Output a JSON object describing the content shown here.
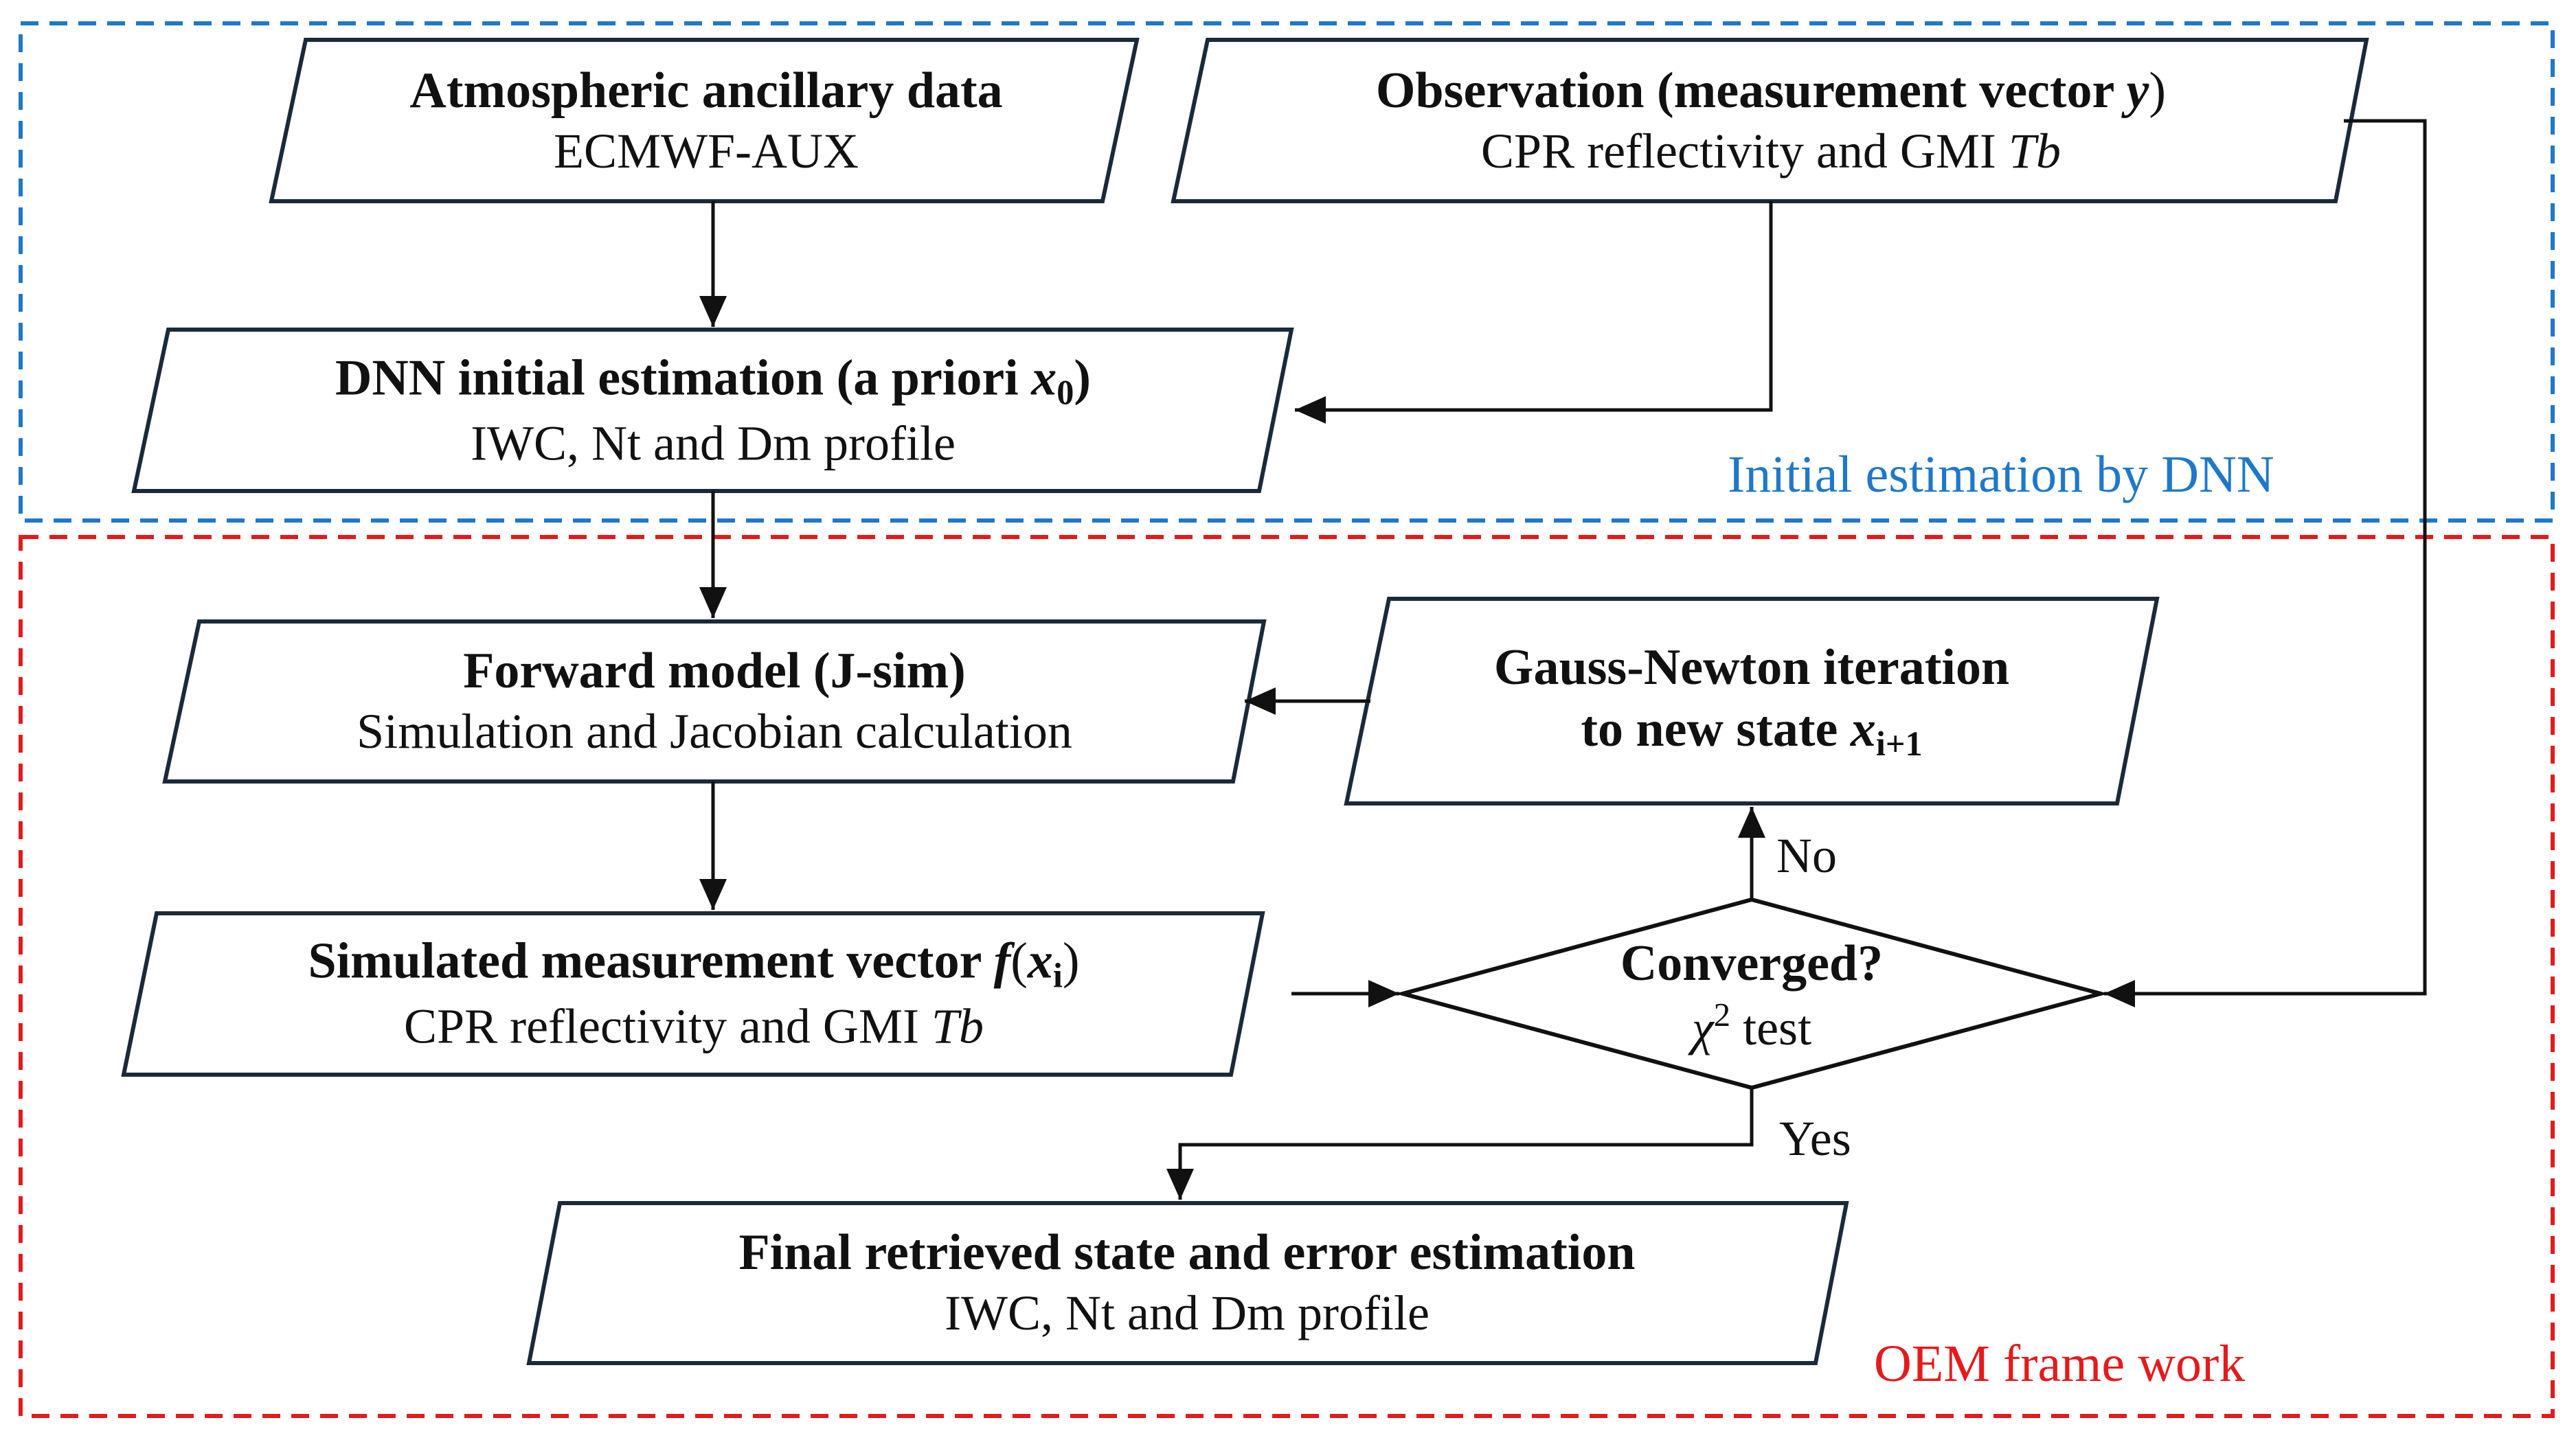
{
  "regions": {
    "dnn_label": "Initial estimation by DNN",
    "oem_label": "OEM frame work",
    "dnn_color": "#1f78c8",
    "oem_color": "#e41a1c"
  },
  "nodes": {
    "ancillary": {
      "title": "Atmospheric ancillary data",
      "subtitle": "ECMWF-AUX"
    },
    "observation": {
      "title_a": "Observation (measurement vector ",
      "title_var": "y",
      "title_b": ")",
      "subtitle_a": "CPR reflectivity and GMI ",
      "subtitle_var": "Tb"
    },
    "dnn": {
      "title_a": "DNN initial estimation (a priori ",
      "title_var": "x",
      "title_sub": "0",
      "title_b": ")",
      "subtitle": "IWC, Nt and Dm profile"
    },
    "forward": {
      "title": "Forward model (J-sim)",
      "subtitle": "Simulation and Jacobian calculation"
    },
    "gauss": {
      "line1": "Gauss-Newton iteration",
      "line2_a": "to new state ",
      "line2_var": "x",
      "line2_sub": "i+1"
    },
    "simulated": {
      "title_a": "Simulated measurement vector ",
      "title_f": "f",
      "title_open": "(",
      "title_var": "x",
      "title_sub": "i",
      "title_close": ")",
      "subtitle_a": "CPR reflectivity and GMI ",
      "subtitle_var": "Tb"
    },
    "converged": {
      "title": "Converged?",
      "sub_var": "χ",
      "sub_sup": "2",
      "sub_b": " test"
    },
    "final": {
      "title": "Final retrieved state and error estimation",
      "subtitle": "IWC, Nt and Dm profile"
    }
  },
  "edges": {
    "no_label": "No",
    "yes_label": "Yes"
  }
}
